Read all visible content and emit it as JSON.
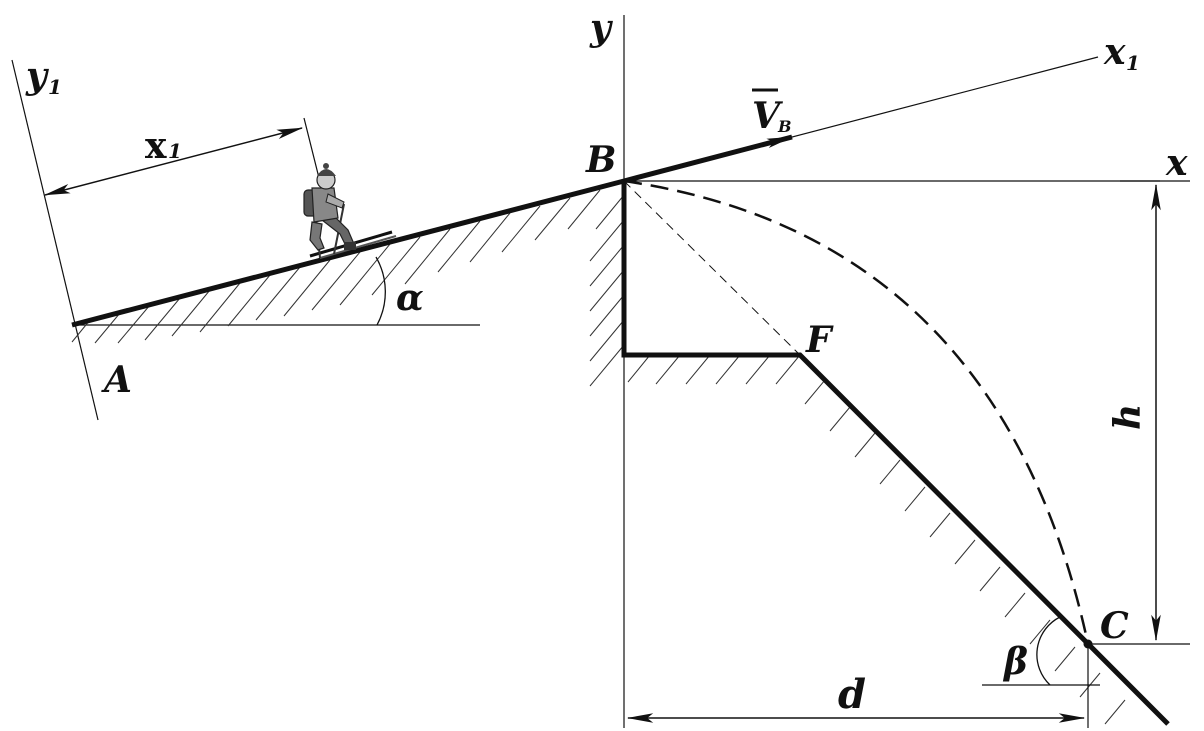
{
  "labels": {
    "y1": "y",
    "y1_sub": "1",
    "x1_dim": "x",
    "x1_dim_sub": "1",
    "y": "y",
    "x": "x",
    "x1_axis": "x",
    "x1_axis_sub": "1",
    "velocity": "V",
    "velocity_sub": "B",
    "point_a": "A",
    "point_b": "B",
    "point_c": "C",
    "point_f": "F",
    "angle_alpha": "α",
    "angle_beta": "β",
    "height": "h",
    "distance": "d"
  },
  "colors": {
    "line": "#111111",
    "hatch": "#333333"
  },
  "icons": {
    "skier": "skier-icon"
  }
}
